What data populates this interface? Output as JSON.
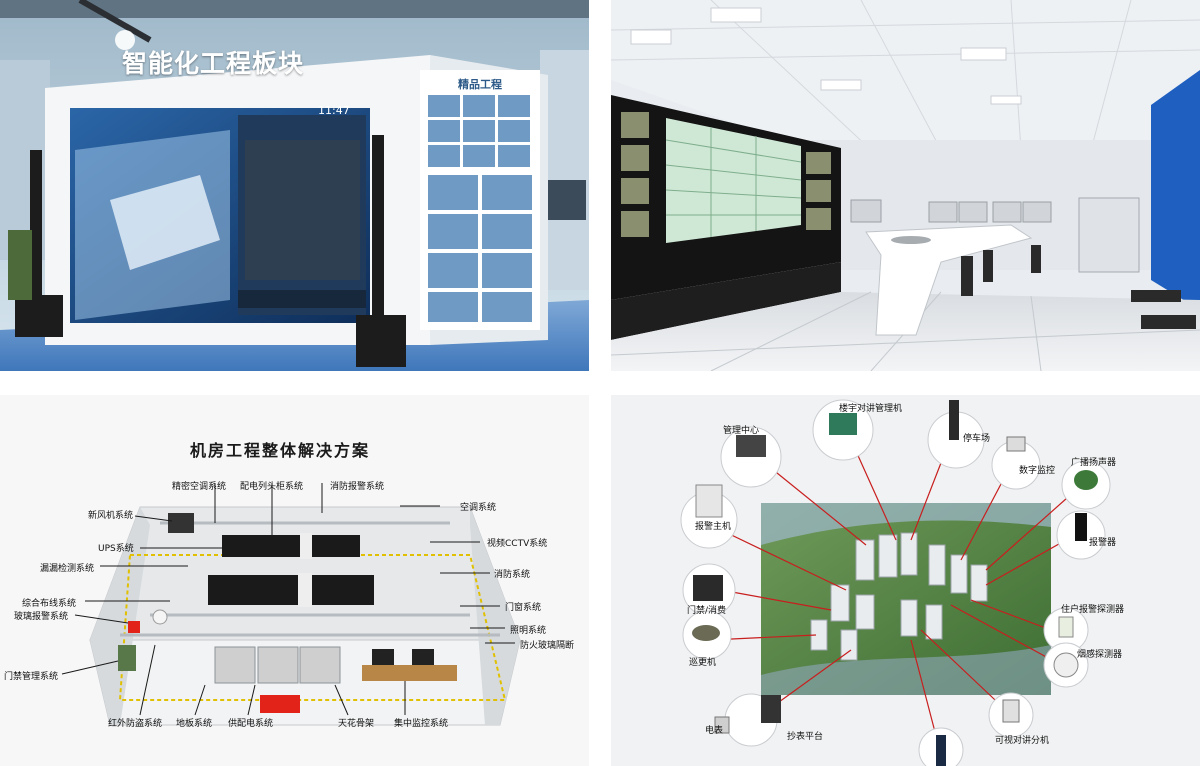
{
  "panel1": {
    "booth_sign": "智能化工程板块",
    "screen_clock": "11:47",
    "poster_title": "精品工程"
  },
  "panel3": {
    "title": "机房工程整体解决方案",
    "labels": {
      "precision_ac": "精密空调系统",
      "distribution_cabinet": "配电列头柜系统",
      "fire_alarm": "消防报警系统",
      "fresh_air": "新风机系统",
      "ac": "空调系统",
      "ups": "UPS系统",
      "cctv": "视频CCTV系统",
      "leak_detect": "漏漏检测系统",
      "fire_fight": "消防系统",
      "cabling": "综合布线系统",
      "door_window": "门窗系统",
      "glass_break": "玻璃报警系统",
      "lighting": "照明系统",
      "fire_glass": "防火玻璃隔断",
      "access": "门禁管理系统",
      "infrared": "红外防盗系统",
      "floor": "地板系统",
      "power_supply": "供配电系统",
      "ceiling": "天花骨架",
      "central_monitor": "集中监控系统"
    }
  },
  "panel4": {
    "labels": {
      "mgmt_center": "管理中心",
      "intercom_mgr": "楼宇对讲管理机",
      "parking": "停车场",
      "digital_monitor": "数字监控",
      "broadcast": "广播扬声器",
      "alarm_host": "报警主机",
      "alarm": "报警器",
      "access_pay": "门禁/消费",
      "resident_detector": "住户报警探测器",
      "patrol": "巡更机",
      "smoke": "烟感探测器",
      "meter": "电表",
      "meter_platform": "抄表平台",
      "video_intercom": "可视对讲分机"
    }
  },
  "colors": {
    "booth_white": "#f4f6f8",
    "screen_blue": "#1d4f8c",
    "control_screen": "#cfe8d6",
    "leader_red": "#c81e1e",
    "residential_green": "#4f8a3a"
  }
}
